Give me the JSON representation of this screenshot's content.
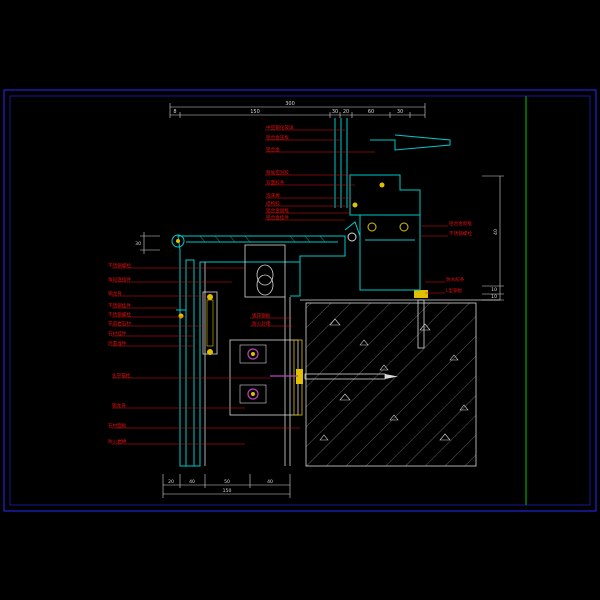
{
  "drawing": {
    "title": "",
    "colors": {
      "background": "#000000",
      "frame": "#2a2aff",
      "title_block_line": "#00c800",
      "dimension": "#d8d8d8",
      "annotation": "#e01010",
      "leader": "#e01010",
      "steel": "#00c8c8",
      "glass": "#00c8c8",
      "bolt": "#e0c000",
      "anchor": "#c040c0",
      "concrete": "#d8d8d8",
      "hatch": "#7a7a7a"
    },
    "top_dimension": {
      "overall": "300",
      "segments": [
        "8",
        "150",
        "30",
        "20",
        "60",
        "30"
      ]
    },
    "bottom_dimension": {
      "overall": "150",
      "segments": [
        "20",
        "40",
        "50",
        "40"
      ]
    },
    "right_dimension": {
      "values": [
        "40",
        "10",
        "10"
      ]
    },
    "left_dimension": {
      "values": [
        "30"
      ]
    },
    "labels_top": [
      "中空钢化玻璃",
      "铝合金压板",
      "铝合金",
      "耐候密封胶",
      "双面胶条",
      "泡沫棒",
      "结构胶",
      "铝合金副框",
      "铝合金挂件"
    ],
    "labels_left": [
      "不锈钢螺栓",
      "角码连接件",
      "钢龙骨",
      "不锈钢挂件",
      "不锈钢螺栓",
      "花岗岩石材",
      "石材挂件",
      "后置埋件",
      "化学锚栓",
      "钢龙骨",
      "石材面板",
      "防火岩棉"
    ],
    "labels_right": [
      "铝合金窗框",
      "不锈钢螺栓",
      "防水胶条",
      "L型钢板"
    ],
    "labels_bottom": [
      "镀锌钢板",
      "防火封堵"
    ]
  }
}
